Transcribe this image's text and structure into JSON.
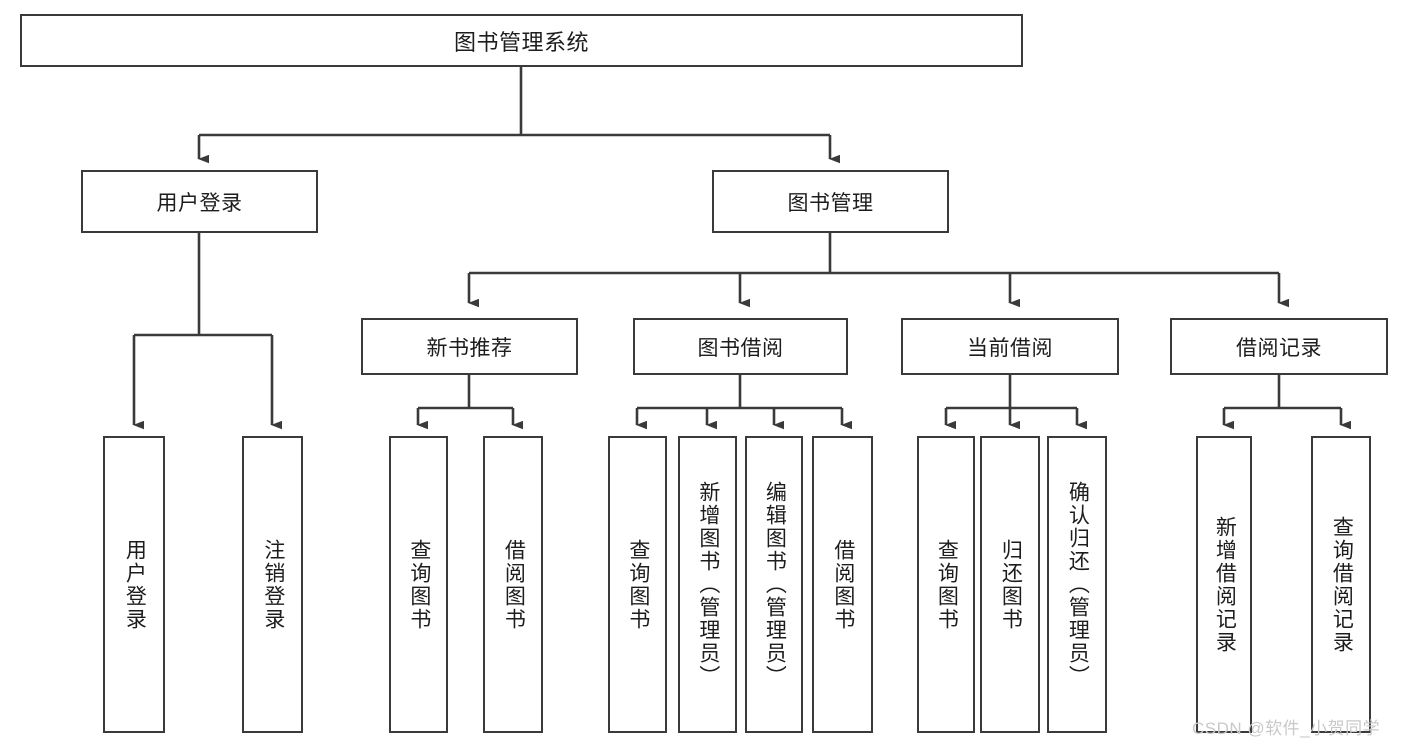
{
  "diagram": {
    "title": "图书管理系统",
    "type": "tree-hierarchy-chart",
    "watermark": "CSDN @软件_小贺同学",
    "colors": {
      "stroke": "#3a3a3a",
      "fill": "#ffffff",
      "text": "#1d1d1d",
      "watermark": "#c9c9c9"
    },
    "root": {
      "label": "图书管理系统"
    },
    "level2": [
      {
        "label": "用户登录"
      },
      {
        "label": "图书管理"
      }
    ],
    "level3": [
      {
        "label": "新书推荐"
      },
      {
        "label": "图书借阅"
      },
      {
        "label": "当前借阅"
      },
      {
        "label": "借阅记录"
      }
    ],
    "leaves": {
      "user_login": [
        {
          "label": "用户登录"
        },
        {
          "label": "注销登录"
        }
      ],
      "new_book_recommend": [
        {
          "label": "查询图书"
        },
        {
          "label": "借阅图书"
        }
      ],
      "book_borrow": [
        {
          "label": "查询图书"
        },
        {
          "label": "新增图书（管理员）"
        },
        {
          "label": "编辑图书（管理员）"
        },
        {
          "label": "借阅图书"
        }
      ],
      "current_borrow": [
        {
          "label": "查询图书"
        },
        {
          "label": "归还图书"
        },
        {
          "label": "确认归还（管理员）"
        }
      ],
      "borrow_record": [
        {
          "label": "新增借阅记录"
        },
        {
          "label": "查询借阅记录"
        }
      ]
    }
  }
}
